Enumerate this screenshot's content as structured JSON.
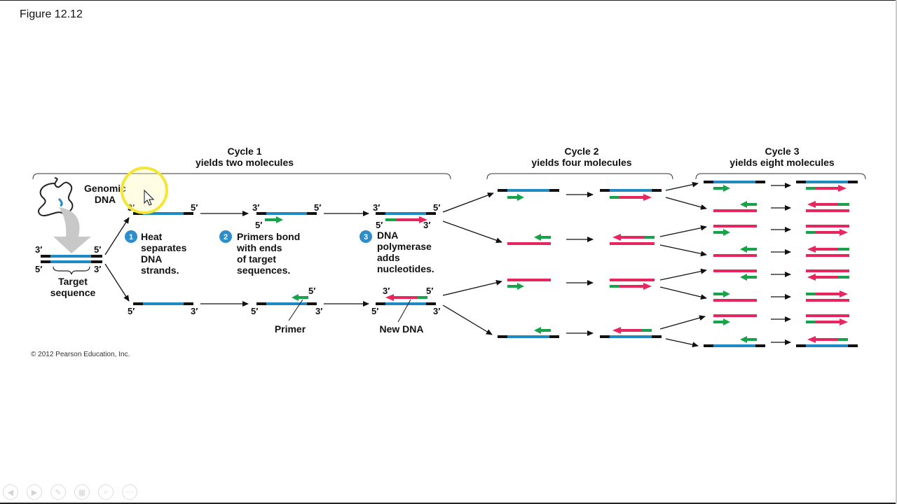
{
  "figure_label": "Figure 12.12",
  "cycles": {
    "c1_title": "Cycle 1",
    "c1_sub": "yields two molecules",
    "c2_title": "Cycle 2",
    "c2_sub": "yields four molecules",
    "c3_title": "Cycle 3",
    "c3_sub": "yields eight molecules"
  },
  "labels": {
    "genomic_1": "Genomic",
    "genomic_2": "DNA",
    "target_1": "Target",
    "target_2": "sequence",
    "primer": "Primer",
    "new_dna": "New DNA",
    "copyright": "© 2012 Pearson Education, Inc."
  },
  "steps": [
    {
      "number": "1",
      "lines": [
        "Heat",
        "separates",
        "DNA",
        "strands."
      ]
    },
    {
      "number": "2",
      "lines": [
        "Primers bond",
        "with ends",
        "of target",
        "sequences."
      ]
    },
    {
      "number": "3",
      "lines": [
        "DNA",
        "polymerase",
        "adds",
        "nucleotides."
      ]
    }
  ],
  "ends": {
    "three": "3′",
    "five": "5′"
  },
  "colors": {
    "target_strand": "#1f8ac2",
    "new_dna": "#e8265e",
    "primer": "#17a34a",
    "flank": "#111111",
    "step_badge": "#2f8ec9",
    "highlight": "#f3e634"
  },
  "toolbar": {
    "prev": "◀",
    "next": "▶",
    "pen": "✎",
    "slides": "▦",
    "zoom": "⌕",
    "more": "···"
  }
}
